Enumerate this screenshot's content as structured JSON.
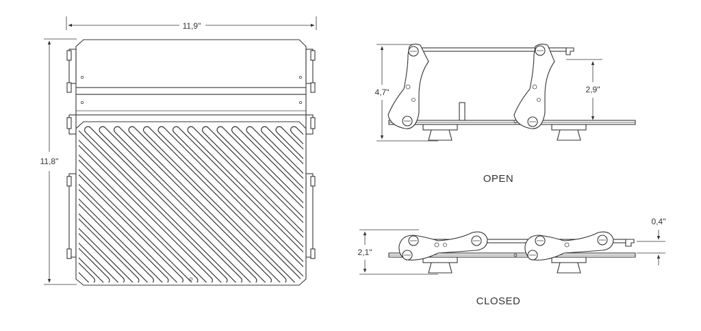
{
  "top_view": {
    "width_label": "11,9\"",
    "height_label": "11,8\""
  },
  "open_view": {
    "height_total_label": "4,7\"",
    "height_partial_label": "2,9\"",
    "caption": "OPEN"
  },
  "closed_view": {
    "height_label": "2,1\"",
    "offset_label": "0,4\"",
    "caption": "CLOSED"
  }
}
